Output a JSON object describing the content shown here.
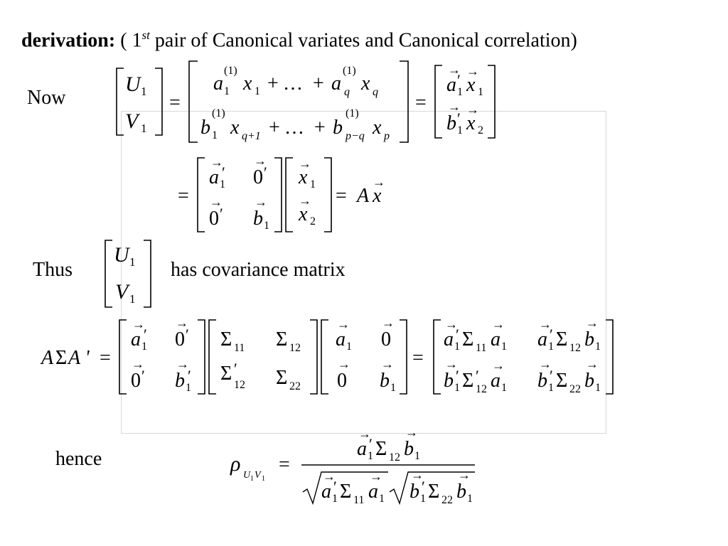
{
  "heading": {
    "bold": "derivation:",
    "open": "( 1",
    "sup": "st",
    "rest": " pair of Canonical variates and Canonical correlation)"
  },
  "labels": {
    "now": "Now",
    "thus": "Thus",
    "has_covariance": "has covariance matrix",
    "hence": "hence"
  },
  "math": {
    "U": "U",
    "V": "V",
    "one": "1",
    "two": "2",
    "eq": "=",
    "plus": "+",
    "dots": "…",
    "a": "a",
    "b": "b",
    "x": "x",
    "q": "q",
    "p": "p",
    "sup1": "(1)",
    "qplus1": "q+1",
    "pminusq": "p−q",
    "zero": "0",
    "prime": "′",
    "A": "A",
    "Aprime": "A '",
    "Sigma": "Σ",
    "s11": "11",
    "s12": "12",
    "s22": "22",
    "rho": "ρ",
    "UV": "U",
    "Vsub": "V"
  }
}
